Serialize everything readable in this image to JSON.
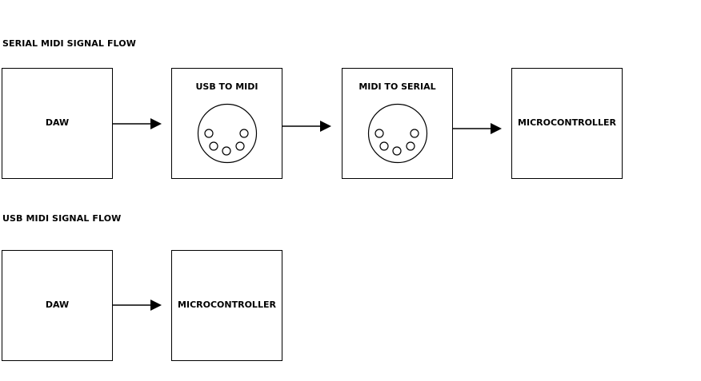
{
  "serial_section": {
    "title": "SERIAL MIDI SIGNAL FLOW",
    "boxes": [
      {
        "label": "DAW",
        "connector": "none"
      },
      {
        "label": "USB TO MIDI",
        "connector": "midi-din-5-pin-icon"
      },
      {
        "label": "MIDI TO SERIAL",
        "connector": "midi-din-5-pin-icon"
      },
      {
        "label": "MICROCONTROLLER",
        "connector": "none"
      }
    ]
  },
  "usb_section": {
    "title": "USB MIDI SIGNAL FLOW",
    "boxes": [
      {
        "label": "DAW",
        "connector": "none"
      },
      {
        "label": "MICROCONTROLLER",
        "connector": "none"
      }
    ]
  },
  "colors": {
    "line": "#000000",
    "background": "#ffffff"
  },
  "icons": {
    "flow": "arrow-right-icon",
    "midi_connector": "midi-din-5-pin-icon"
  }
}
